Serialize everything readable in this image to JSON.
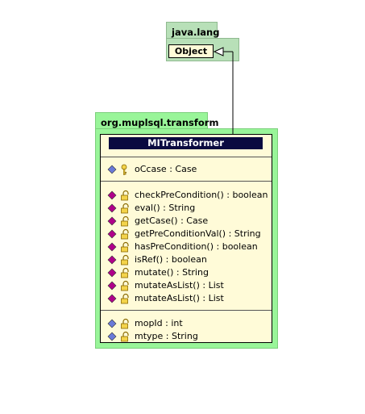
{
  "packages": {
    "java_lang": "java.lang",
    "transform": "org.muplsql.transform"
  },
  "object_class": {
    "name": "Object"
  },
  "main_class": {
    "name": "MITransformer",
    "attributes": [
      {
        "text": "oCcase : Case",
        "icon": "key-icon"
      }
    ],
    "methods": [
      {
        "text": "checkPreCondition() : boolean"
      },
      {
        "text": "eval() : String"
      },
      {
        "text": "getCase() : Case"
      },
      {
        "text": "getPreConditionVal() : String"
      },
      {
        "text": "hasPreCondition() : boolean"
      },
      {
        "text": "isRef() : boolean"
      },
      {
        "text": "mutate() : String"
      },
      {
        "text": "mutateAsList() : List"
      },
      {
        "text": "mutateAsList() : List"
      }
    ],
    "fields": [
      {
        "text": "mopId : int"
      },
      {
        "text": "mtype : String"
      }
    ]
  },
  "colors": {
    "package_fill": "#b8e0b8",
    "package_fill_bright": "#99f599",
    "class_fill": "#fffbd8",
    "title_fill": "#0a0a40",
    "method_icon": "#b0008a",
    "attribute_icon": "#6a7ad8"
  }
}
